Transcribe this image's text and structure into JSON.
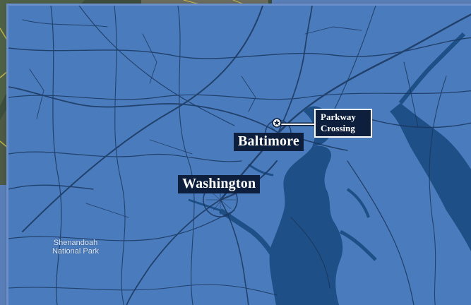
{
  "map": {
    "cities": {
      "baltimore": "Baltimore",
      "washington": "Washington"
    },
    "callout": {
      "line1": "Parkway",
      "line2": "Crossing"
    },
    "park": {
      "line1": "Shenandoah",
      "line2": "National Park"
    },
    "icons": {
      "marker": "star-in-circle-icon"
    },
    "colors": {
      "land": "#4a7cbd",
      "water": "#1e4f86",
      "roads": "#1b3760",
      "label_bg": "#0d1f3c",
      "label_text": "#ffffff",
      "satellite_frame": "#6a8fcb"
    }
  }
}
